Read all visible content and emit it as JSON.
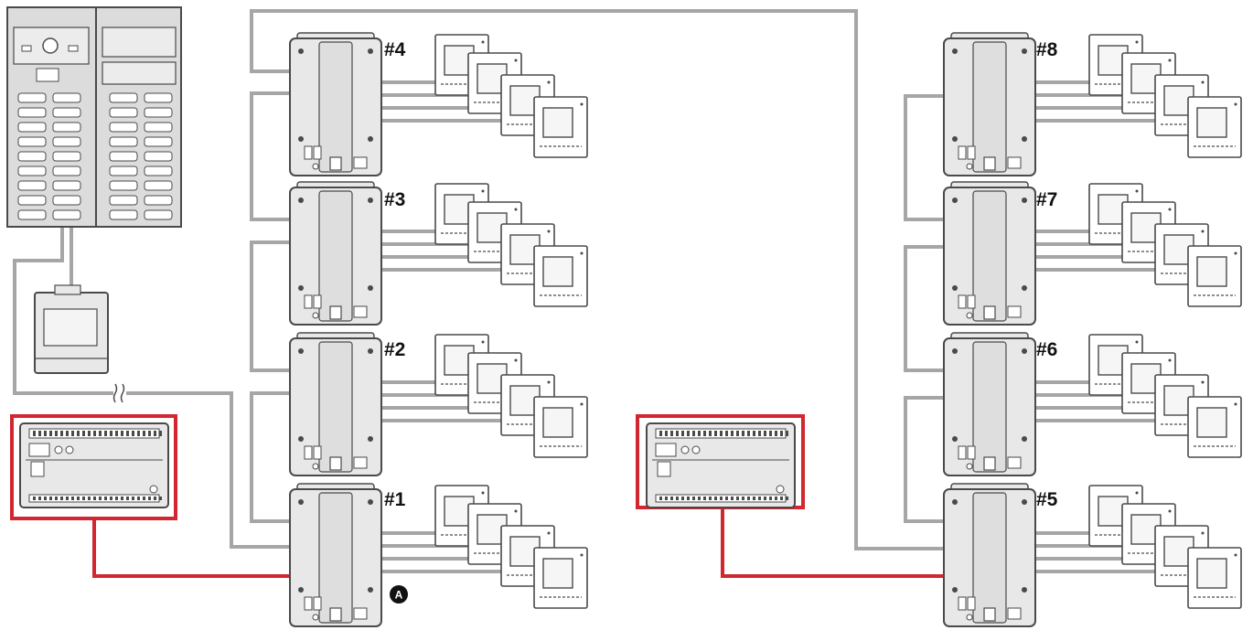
{
  "distributor_labels": [
    "#1",
    "#2",
    "#3",
    "#4",
    "#5",
    "#6",
    "#7",
    "#8"
  ],
  "marker_label": "A",
  "colors": {
    "wire": "#a6a6a6",
    "highlight": "#d22630",
    "device_fill": "#e8e8e8",
    "device_stroke": "#4a4a4a",
    "panel_fill": "#dcdcdc"
  },
  "icons": {
    "entrance_panel": "door-entry-panel-icon",
    "power_supply": "power-supply-icon",
    "controller": "system-controller-icon",
    "distributor": "video-distributor-icon",
    "monitor": "video-monitor-icon",
    "break_mark": "cable-break-icon"
  }
}
